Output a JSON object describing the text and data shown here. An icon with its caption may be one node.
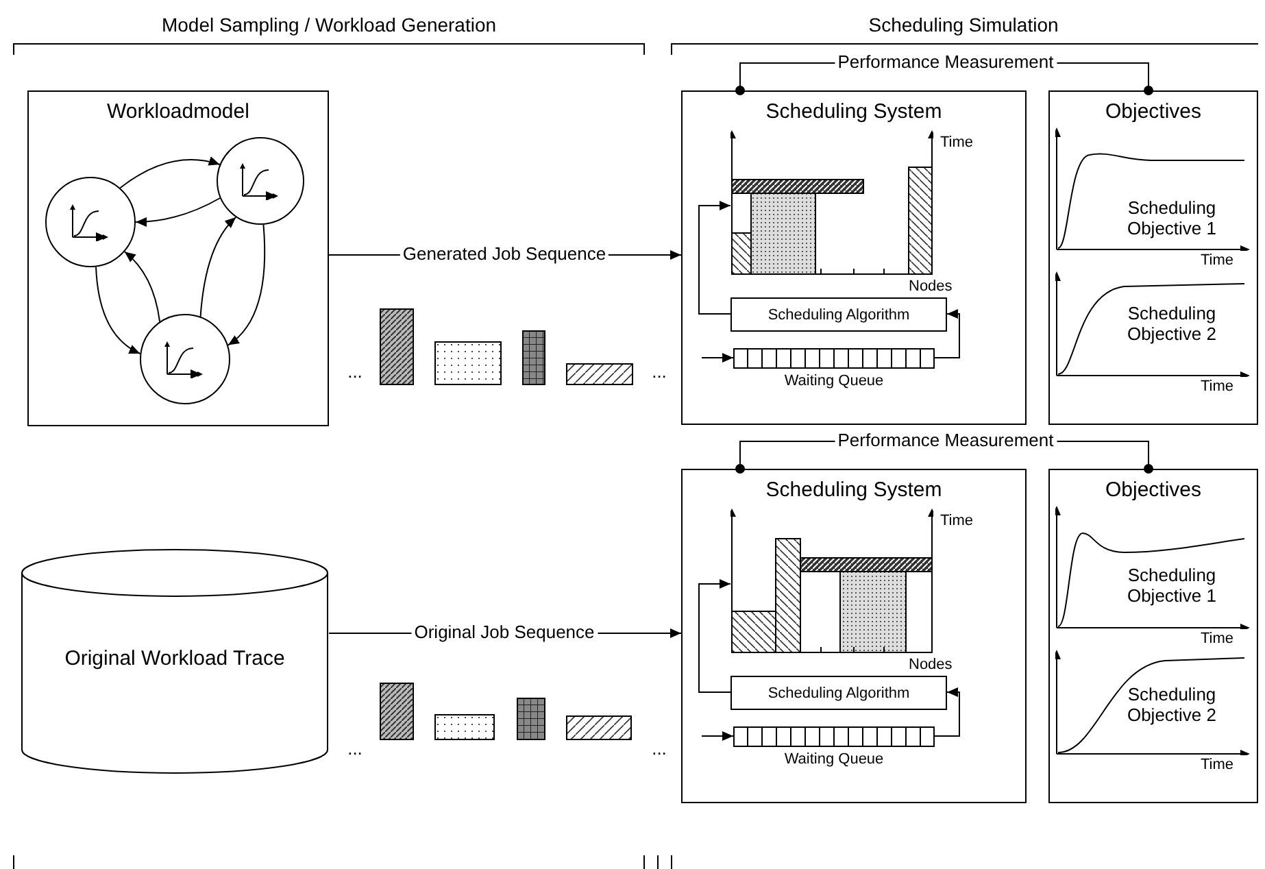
{
  "diagram": {
    "nodes": [
      {
        "text": [
          "Workloadmodel"
        ]
      },
      {
        "text": [],
        "shape": "circle",
        "in": 0
      },
      {
        "text": [],
        "shape": "circle",
        "in": 0
      },
      {
        "text": [],
        "shape": "circle",
        "in": 0
      },
      {
        "text": [],
        "shape": "bar"
      },
      {
        "text": [],
        "shape": "bar"
      },
      {
        "text": [],
        "shape": "bar"
      },
      {
        "text": [],
        "shape": "bar"
      },
      {
        "text": [
          "Scheduling System"
        ]
      },
      {
        "text": [],
        "shape": "picture",
        "in": 8,
        "beside": [
          "Time",
          "Nodes"
        ]
      },
      {
        "text": [
          "Scheduling Algorithm"
        ],
        "in": 8
      },
      {
        "text": [
          "Waiting Queue"
        ],
        "in": 8
      },
      {
        "text": [
          "Objectives"
        ]
      },
      {
        "text": [
          "Scheduling Objective 1"
        ],
        "in": 12,
        "beside": [
          "Time"
        ]
      },
      {
        "text": [
          "Scheduling Objective 2"
        ],
        "in": 12,
        "beside": [
          "Time"
        ]
      },
      {
        "text": [
          "Original Workload Trace"
        ]
      },
      {
        "text": [],
        "shape": "bar"
      },
      {
        "text": [],
        "shape": "bar"
      },
      {
        "text": [],
        "shape": "bar"
      },
      {
        "text": [],
        "shape": "bar"
      },
      {
        "text": [
          "Scheduling System"
        ]
      },
      {
        "text": [],
        "shape": "picture",
        "in": 20,
        "beside": [
          "Time",
          "Nodes"
        ]
      },
      {
        "text": [
          "Scheduling Algorithm"
        ],
        "in": 20
      },
      {
        "text": [
          "Waiting Queue"
        ],
        "in": 20
      },
      {
        "text": [
          "Objectives"
        ]
      },
      {
        "text": [
          "Scheduling Objective 1"
        ],
        "in": 24,
        "beside": [
          "Time"
        ]
      },
      {
        "text": [
          "Scheduling Objective 2"
        ],
        "in": 24,
        "beside": [
          "Time"
        ]
      }
    ],
    "edges": [
      {
        "from": 1,
        "to": 2,
        "arrow": "to"
      },
      {
        "from": 2,
        "to": 1,
        "arrow": "to"
      },
      {
        "from": 3,
        "to": 1,
        "arrow": "to"
      },
      {
        "from": 1,
        "to": 3,
        "arrow": "to"
      },
      {
        "from": 3,
        "to": 2,
        "arrow": "to"
      },
      {
        "from": 2,
        "to": 3,
        "arrow": "to"
      },
      {
        "from": 0,
        "to": 8,
        "label": "Generated Job Sequence",
        "arrow": "to"
      },
      {
        "from": 10,
        "to": 9,
        "arrow": "to"
      },
      {
        "from": 11,
        "to": 10,
        "arrow": "to"
      },
      {
        "from": null,
        "to": 11,
        "arrow": "to"
      },
      {
        "from": 8,
        "to": 12,
        "label": "Performance Measurement",
        "arrow": "other"
      },
      {
        "from": 15,
        "to": 20,
        "label": "Original Job Sequence",
        "arrow": "to"
      },
      {
        "from": 22,
        "to": 21,
        "arrow": "to"
      },
      {
        "from": 23,
        "to": 22,
        "arrow": "to"
      },
      {
        "from": null,
        "to": 23,
        "arrow": "to"
      },
      {
        "from": 20,
        "to": 24,
        "label": "Performance Measurement",
        "arrow": "other"
      }
    ],
    "labels": [
      "Model Sampling / Workload Generation",
      "Scheduling Simulation",
      "...",
      "...",
      "...",
      "..."
    ]
  }
}
